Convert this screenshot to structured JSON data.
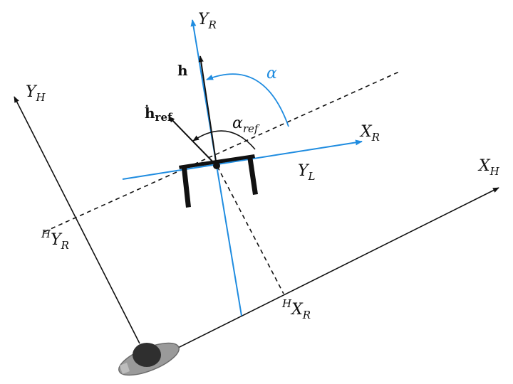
{
  "colors": {
    "robot_frame": "#1f8ce0",
    "human_frame": "#111111",
    "angle_alpha": "#1f8ce0",
    "background": "#ffffff"
  },
  "labels": {
    "y_r": {
      "main": "Y",
      "sub": "R"
    },
    "x_r": {
      "main": "X",
      "sub": "R"
    },
    "y_h": {
      "main": "Y",
      "sub": "H"
    },
    "x_h": {
      "main": "X",
      "sub": "H"
    },
    "y_l": {
      "main": "Y",
      "sub": "L"
    },
    "h": "h",
    "h_ref": {
      "main": "ḣ",
      "sub": "ref"
    },
    "alpha": "α",
    "alpha_ref": {
      "main": "α",
      "sub": "ref"
    },
    "h_y_r": {
      "sup": "H",
      "main": "Y",
      "sub": "R"
    },
    "h_x_r": {
      "sup": "H",
      "main": "X",
      "sub": "R"
    }
  },
  "icons": {
    "human": "person-top-view-icon",
    "robot": "robot-body-icon"
  }
}
